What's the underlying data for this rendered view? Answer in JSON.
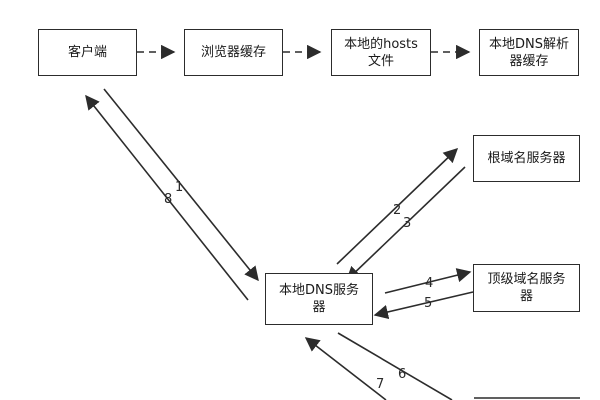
{
  "nodes": {
    "client": "客户端",
    "browser_cache": "浏览器缓存",
    "hosts_file": "本地的hosts\n文件",
    "local_resolver_cache": "本地DNS解析\n器缓存",
    "root_server": "根域名服务器",
    "tld_server": "顶级域名服务\n器",
    "local_dns_server": "本地DNS服务\n器"
  },
  "edge_labels": {
    "step1": "1",
    "step2": "2",
    "step3": "3",
    "step4": "4",
    "step5": "5",
    "step6": "6",
    "step7": "7",
    "step8": "8"
  },
  "colors": {
    "line": "#2c2c2c",
    "box_border": "#2c2c2c",
    "text": "#1a1a1a"
  }
}
